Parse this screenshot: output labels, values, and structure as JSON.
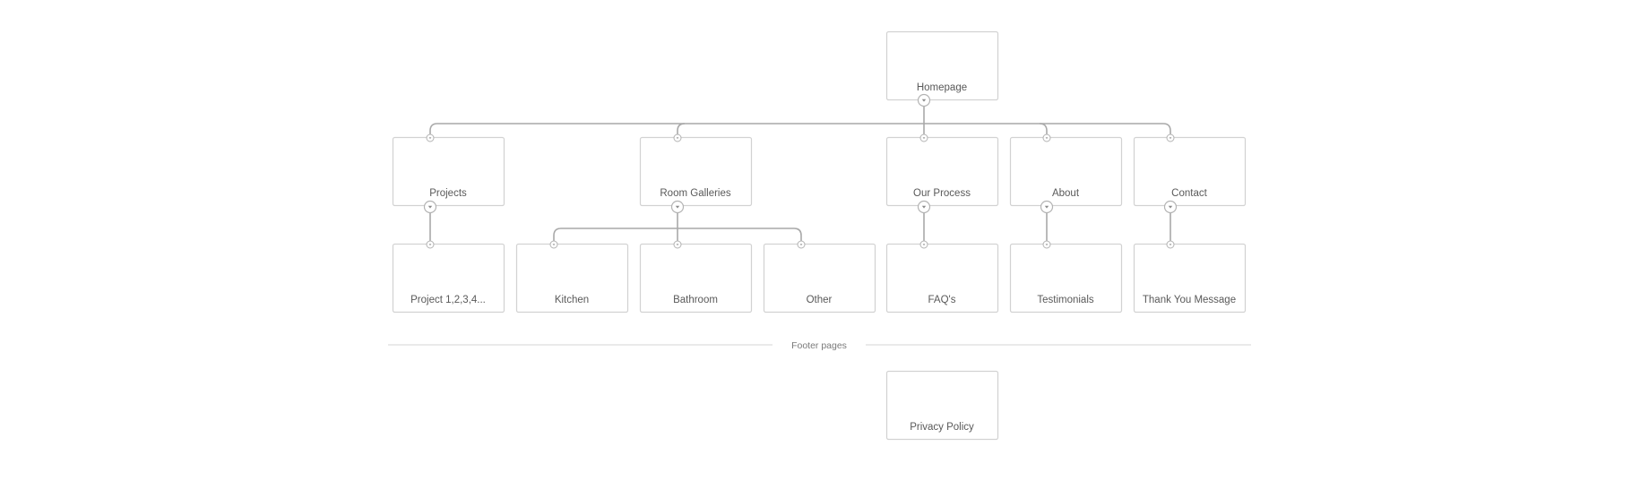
{
  "pages": {
    "homepage": "Homepage",
    "projects": "Projects",
    "room_galleries": "Room Galleries",
    "our_process": "Our Process",
    "about": "About",
    "contact": "Contact",
    "project_list": "Project 1,2,3,4...",
    "kitchen": "Kitchen",
    "bathroom": "Bathroom",
    "other": "Other",
    "faqs": "FAQ's",
    "testimonials": "Testimonials",
    "thank_you": "Thank You Message",
    "privacy_policy": "Privacy Policy"
  },
  "footer": {
    "label": "Footer pages"
  },
  "hierarchy": [
    {
      "page": "homepage",
      "children": [
        "projects",
        "room_galleries",
        "our_process",
        "about",
        "contact"
      ]
    },
    {
      "page": "projects",
      "children": [
        "project_list"
      ]
    },
    {
      "page": "room_galleries",
      "children": [
        "kitchen",
        "bathroom",
        "other"
      ]
    },
    {
      "page": "our_process",
      "children": [
        "faqs"
      ]
    },
    {
      "page": "about",
      "children": [
        "testimonials"
      ]
    },
    {
      "page": "contact",
      "children": [
        "thank_you"
      ]
    }
  ],
  "icons": {
    "collapse_toggle": "chevron-down-icon",
    "connector_port": "connector-port-icon"
  },
  "colors": {
    "card_border": "#d2d2d2",
    "connector": "#a9a9a9",
    "label_text": "#595959"
  }
}
